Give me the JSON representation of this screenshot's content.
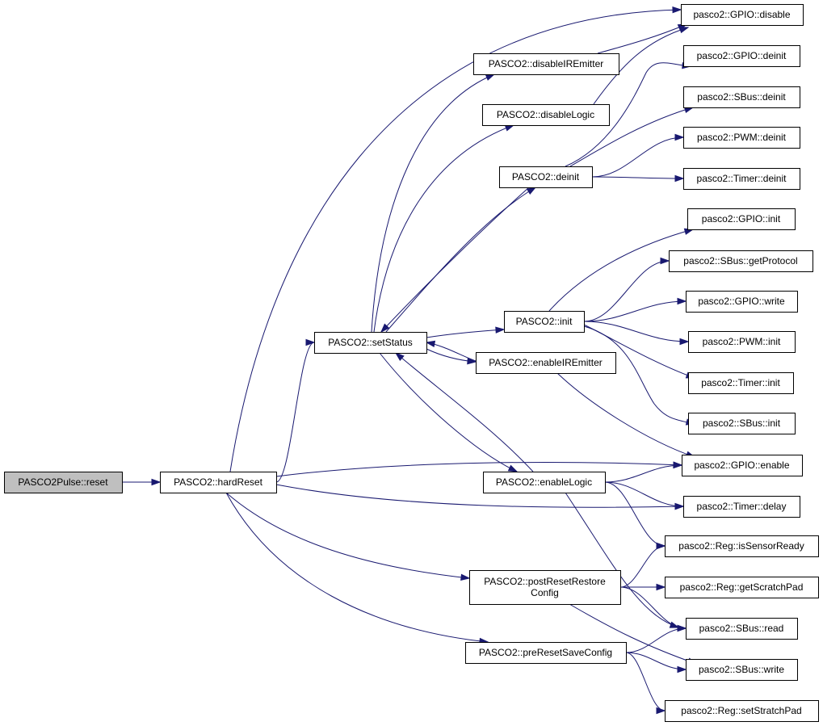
{
  "colors": {
    "edge": "#191970",
    "root_fill": "#bfbfbf",
    "node_fill": "#ffffff",
    "border": "#000000"
  },
  "nodes": [
    {
      "id": "reset",
      "lines": [
        "PASCO2Pulse::reset"
      ],
      "root": true
    },
    {
      "id": "hardReset",
      "lines": [
        "PASCO2::hardReset"
      ]
    },
    {
      "id": "setStatus",
      "lines": [
        "PASCO2::setStatus"
      ]
    },
    {
      "id": "disableIRE",
      "lines": [
        "PASCO2::disableIREmitter"
      ]
    },
    {
      "id": "disableLogic",
      "lines": [
        "PASCO2::disableLogic"
      ]
    },
    {
      "id": "deinit",
      "lines": [
        "PASCO2::deinit"
      ]
    },
    {
      "id": "init",
      "lines": [
        "PASCO2::init"
      ]
    },
    {
      "id": "enableIRE",
      "lines": [
        "PASCO2::enableIREmitter"
      ]
    },
    {
      "id": "enableLogic",
      "lines": [
        "PASCO2::enableLogic"
      ]
    },
    {
      "id": "postReset",
      "lines": [
        "PASCO2::postResetRestore",
        "Config"
      ]
    },
    {
      "id": "preReset",
      "lines": [
        "PASCO2::preResetSaveConfig"
      ]
    },
    {
      "id": "gpioDisable",
      "lines": [
        "pasco2::GPIO::disable"
      ]
    },
    {
      "id": "gpioDeinit",
      "lines": [
        "pasco2::GPIO::deinit"
      ]
    },
    {
      "id": "sbusDeinit",
      "lines": [
        "pasco2::SBus::deinit"
      ]
    },
    {
      "id": "pwmDeinit",
      "lines": [
        "pasco2::PWM::deinit"
      ]
    },
    {
      "id": "timerDeinit",
      "lines": [
        "pasco2::Timer::deinit"
      ]
    },
    {
      "id": "gpioInit",
      "lines": [
        "pasco2::GPIO::init"
      ]
    },
    {
      "id": "sbusGetProt",
      "lines": [
        "pasco2::SBus::getProtocol"
      ]
    },
    {
      "id": "gpioWrite",
      "lines": [
        "pasco2::GPIO::write"
      ]
    },
    {
      "id": "pwmInit",
      "lines": [
        "pasco2::PWM::init"
      ]
    },
    {
      "id": "timerInit",
      "lines": [
        "pasco2::Timer::init"
      ]
    },
    {
      "id": "sbusInit",
      "lines": [
        "pasco2::SBus::init"
      ]
    },
    {
      "id": "gpioEnable",
      "lines": [
        "pasco2::GPIO::enable"
      ]
    },
    {
      "id": "timerDelay",
      "lines": [
        "pasco2::Timer::delay"
      ]
    },
    {
      "id": "regIsReady",
      "lines": [
        "pasco2::Reg::isSensorReady"
      ]
    },
    {
      "id": "regGetScratch",
      "lines": [
        "pasco2::Reg::getScratchPad"
      ]
    },
    {
      "id": "sbusRead",
      "lines": [
        "pasco2::SBus::read"
      ]
    },
    {
      "id": "sbusWrite",
      "lines": [
        "pasco2::SBus::write"
      ]
    },
    {
      "id": "regSetStratch",
      "lines": [
        "pasco2::Reg::setStratchPad"
      ]
    }
  ],
  "edges": [
    {
      "from": "reset",
      "to": "hardReset"
    },
    {
      "from": "hardReset",
      "to": "setStatus"
    },
    {
      "from": "hardReset",
      "to": "gpioDisable"
    },
    {
      "from": "hardReset",
      "to": "gpioEnable"
    },
    {
      "from": "hardReset",
      "to": "timerDelay"
    },
    {
      "from": "hardReset",
      "to": "postReset"
    },
    {
      "from": "hardReset",
      "to": "preReset"
    },
    {
      "from": "setStatus",
      "to": "disableIRE"
    },
    {
      "from": "setStatus",
      "to": "disableLogic"
    },
    {
      "from": "setStatus",
      "to": "deinit"
    },
    {
      "from": "setStatus",
      "to": "init"
    },
    {
      "from": "setStatus",
      "to": "enableIRE"
    },
    {
      "from": "setStatus",
      "to": "enableLogic"
    },
    {
      "from": "disableIRE",
      "to": "gpioDisable"
    },
    {
      "from": "disableLogic",
      "to": "gpioDisable"
    },
    {
      "from": "deinit",
      "to": "gpioDeinit"
    },
    {
      "from": "deinit",
      "to": "sbusDeinit"
    },
    {
      "from": "deinit",
      "to": "pwmDeinit"
    },
    {
      "from": "deinit",
      "to": "timerDeinit"
    },
    {
      "from": "deinit",
      "to": "setStatus"
    },
    {
      "from": "init",
      "to": "gpioInit"
    },
    {
      "from": "init",
      "to": "sbusGetProt"
    },
    {
      "from": "init",
      "to": "gpioWrite"
    },
    {
      "from": "init",
      "to": "pwmInit"
    },
    {
      "from": "init",
      "to": "timerInit"
    },
    {
      "from": "init",
      "to": "sbusInit"
    },
    {
      "from": "enableIRE",
      "to": "setStatus"
    },
    {
      "from": "enableIRE",
      "to": "gpioEnable"
    },
    {
      "from": "enableLogic",
      "to": "setStatus"
    },
    {
      "from": "enableLogic",
      "to": "gpioEnable"
    },
    {
      "from": "enableLogic",
      "to": "timerDelay"
    },
    {
      "from": "enableLogic",
      "to": "regIsReady"
    },
    {
      "from": "enableLogic",
      "to": "sbusRead"
    },
    {
      "from": "postReset",
      "to": "regIsReady"
    },
    {
      "from": "postReset",
      "to": "regGetScratch"
    },
    {
      "from": "postReset",
      "to": "sbusRead"
    },
    {
      "from": "postReset",
      "to": "sbusWrite"
    },
    {
      "from": "preReset",
      "to": "sbusRead"
    },
    {
      "from": "preReset",
      "to": "sbusWrite"
    },
    {
      "from": "preReset",
      "to": "regSetStratch"
    }
  ]
}
